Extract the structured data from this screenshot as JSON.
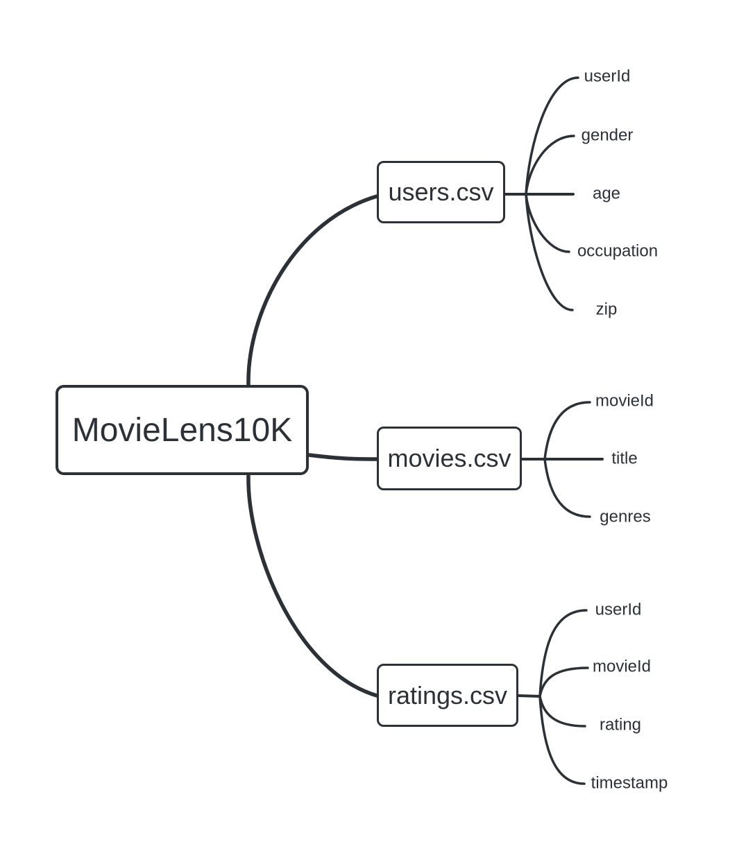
{
  "diagram": {
    "type": "mindmap",
    "root": {
      "label": "MovieLens10K"
    },
    "children": [
      {
        "label": "users.csv",
        "fields": [
          "userId",
          "gender",
          "age",
          "occupation",
          "zip"
        ]
      },
      {
        "label": "movies.csv",
        "fields": [
          "movieId",
          "title",
          "genres"
        ]
      },
      {
        "label": "ratings.csv",
        "fields": [
          "userId",
          "movieId",
          "rating",
          "timestamp"
        ]
      }
    ],
    "colors": {
      "ink": "#2b3137",
      "background": "#ffffff"
    }
  }
}
